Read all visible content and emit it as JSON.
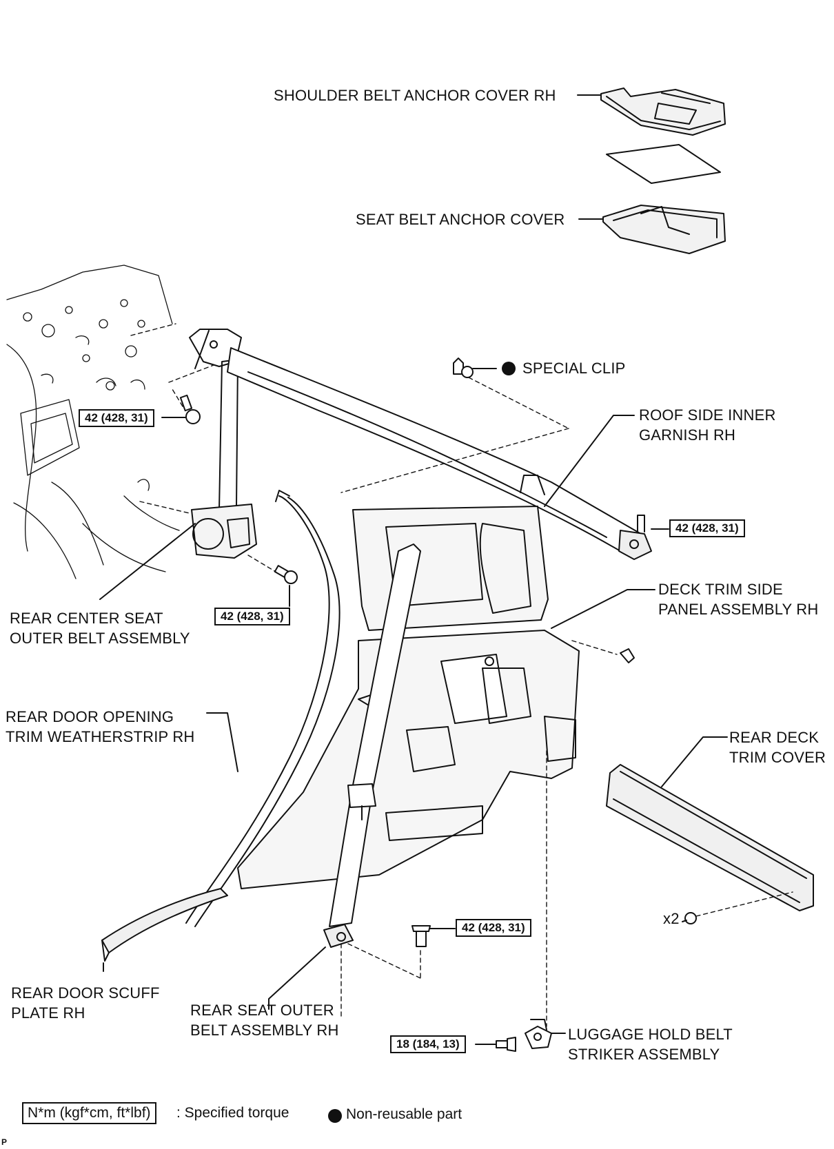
{
  "labels": {
    "shoulder_belt_anchor_cover": "SHOULDER BELT ANCHOR COVER RH",
    "seat_belt_anchor_cover": "SEAT BELT ANCHOR COVER",
    "special_clip": "SPECIAL CLIP",
    "roof_side_inner_garnish_l1": "ROOF SIDE INNER",
    "roof_side_inner_garnish_l2": "GARNISH RH",
    "deck_trim_side_panel_l1": "DECK TRIM SIDE",
    "deck_trim_side_panel_l2": "PANEL ASSEMBLY RH",
    "rear_center_seat_belt_l1": "REAR CENTER SEAT",
    "rear_center_seat_belt_l2": "OUTER BELT ASSEMBLY",
    "rear_door_weatherstrip_l1": "REAR DOOR OPENING",
    "rear_door_weatherstrip_l2": "TRIM WEATHERSTRIP RH",
    "rear_deck_trim_cover_l1": "REAR DECK",
    "rear_deck_trim_cover_l2": "TRIM COVER",
    "rear_door_scuff_l1": "REAR DOOR SCUFF",
    "rear_door_scuff_l2": "PLATE RH",
    "rear_seat_outer_belt_l1": "REAR SEAT OUTER",
    "rear_seat_outer_belt_l2": "BELT ASSEMBLY RH",
    "luggage_striker_l1": "LUGGAGE HOLD BELT",
    "luggage_striker_l2": "STRIKER ASSEMBLY",
    "quantity_x2": "x2"
  },
  "torques": {
    "upper_anchor_bolt": "42 (428, 31)",
    "retractor_bolt": "42 (428, 31)",
    "roof_anchor_bolt": "42 (428, 31)",
    "floor_anchor_bolt": "42 (428, 31)",
    "striker_bolt": "18 (184, 13)"
  },
  "legend": {
    "torque_key": "N*m (kgf*cm, ft*lbf)",
    "torque_desc": ": Specified torque",
    "non_reusable_desc": "Non-reusable part"
  },
  "corner_mark": "P"
}
